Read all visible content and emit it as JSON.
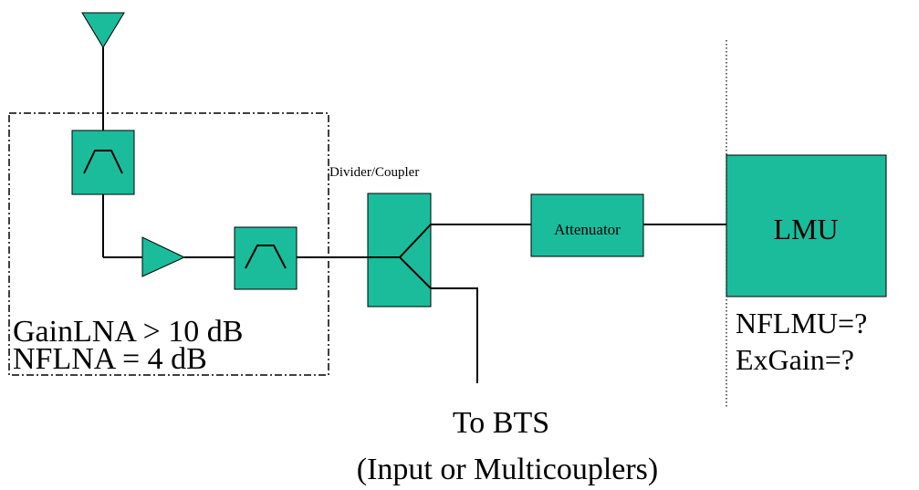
{
  "labels": {
    "divider": "Divider/Coupler",
    "attenuator": "Attenuator",
    "lmu": "LMU",
    "gain_lna": "GainLNA > 10 dB",
    "nf_lna": "NFLNA = 4 dB",
    "nf_lmu": "NFLMU=?",
    "ex_gain": "ExGain=?",
    "to_bts": "To BTS",
    "bts_note": "(Input or Multicouplers)"
  },
  "colors": {
    "component_fill": "#1abc9c",
    "stroke": "#000000"
  }
}
